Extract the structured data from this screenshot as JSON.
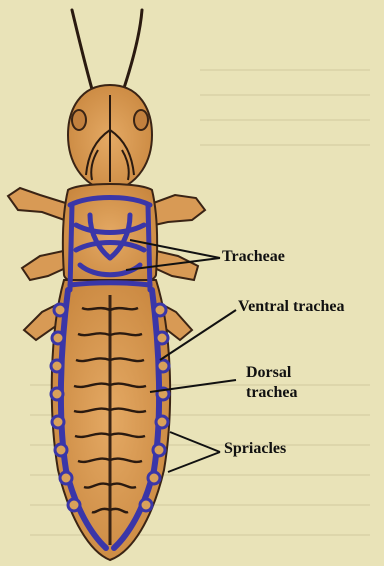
{
  "figure": {
    "labels": {
      "tracheae": "Tracheae",
      "ventral_trachea": "Ventral trachea",
      "dorsal_trachea_line1": "Dorsal",
      "dorsal_trachea_line2": "trachea",
      "spiracles": "Spriacles"
    },
    "colors": {
      "background": "#e9e3b8",
      "body": "#d89a55",
      "body_outline": "#3a2415",
      "trachea": "#3a36a8",
      "spiracle": "#d9a15a"
    }
  }
}
